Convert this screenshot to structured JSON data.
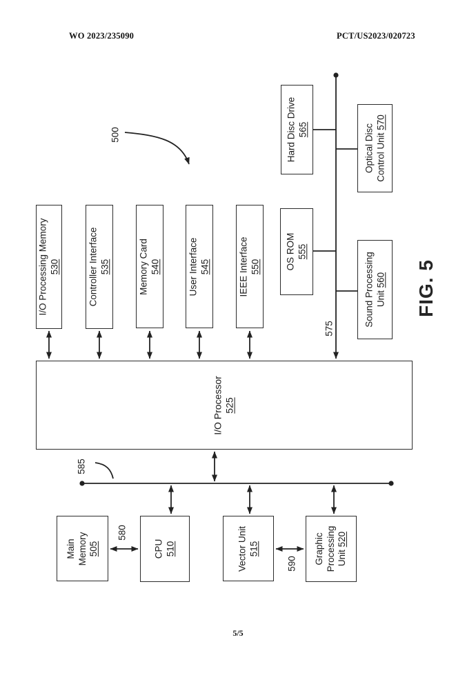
{
  "header": {
    "left": "WO 2023/235090",
    "right": "PCT/US2023/020723"
  },
  "footer": {
    "page": "5/5"
  },
  "figure": {
    "label": "FIG. 5"
  },
  "colors": {
    "ink": "#222222",
    "background": "#ffffff"
  },
  "boxes": {
    "b530": {
      "l1": "I/O Processing Memory",
      "ref": "530"
    },
    "b535": {
      "l1": "Controller Interface",
      "ref": "535"
    },
    "b540": {
      "l1": "Memory Card",
      "ref": "540"
    },
    "b545": {
      "l1": "User Interface",
      "ref": "545"
    },
    "b550": {
      "l1": "IEEE Interface",
      "ref": "550"
    },
    "b565": {
      "l1": "Hard Disc Drive",
      "ref": "565"
    },
    "b555": {
      "l1": "OS ROM",
      "ref": "555"
    },
    "b570": {
      "l1": "Optical Disc",
      "l2": "Control Unit",
      "ref": "570"
    },
    "b560": {
      "l1": "Sound Processing",
      "l2": "Unit",
      "ref": "560"
    },
    "b525": {
      "l1": "I/O Processor",
      "ref": "525"
    },
    "b505": {
      "l1": "Main",
      "l2": "Memory",
      "ref": "505"
    },
    "b510": {
      "l1": "CPU",
      "ref": "510"
    },
    "b515": {
      "l1": "Vector Unit",
      "ref": "515"
    },
    "b520": {
      "l1": "Graphic",
      "l2": "Processing",
      "l3": "Unit",
      "ref": "520"
    }
  },
  "labels": {
    "system": "500",
    "bus_top": "575",
    "mem_bus": "580",
    "bus_bottom": "585",
    "gpu_bus": "590"
  }
}
